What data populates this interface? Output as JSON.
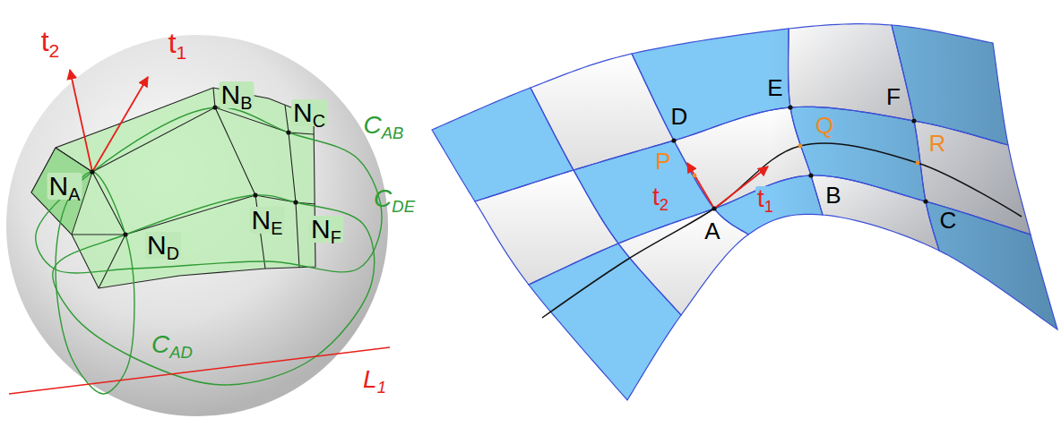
{
  "diagram": {
    "labels": [
      "t2",
      "t1",
      "NA",
      "NB",
      "NC",
      "CAB",
      "ND",
      "NE",
      "NF",
      "CDE",
      "CAD",
      "L1",
      "D",
      "E",
      "Q",
      "F",
      "R",
      "P",
      "t2",
      "t1",
      "A",
      "B",
      "C"
    ]
  }
}
